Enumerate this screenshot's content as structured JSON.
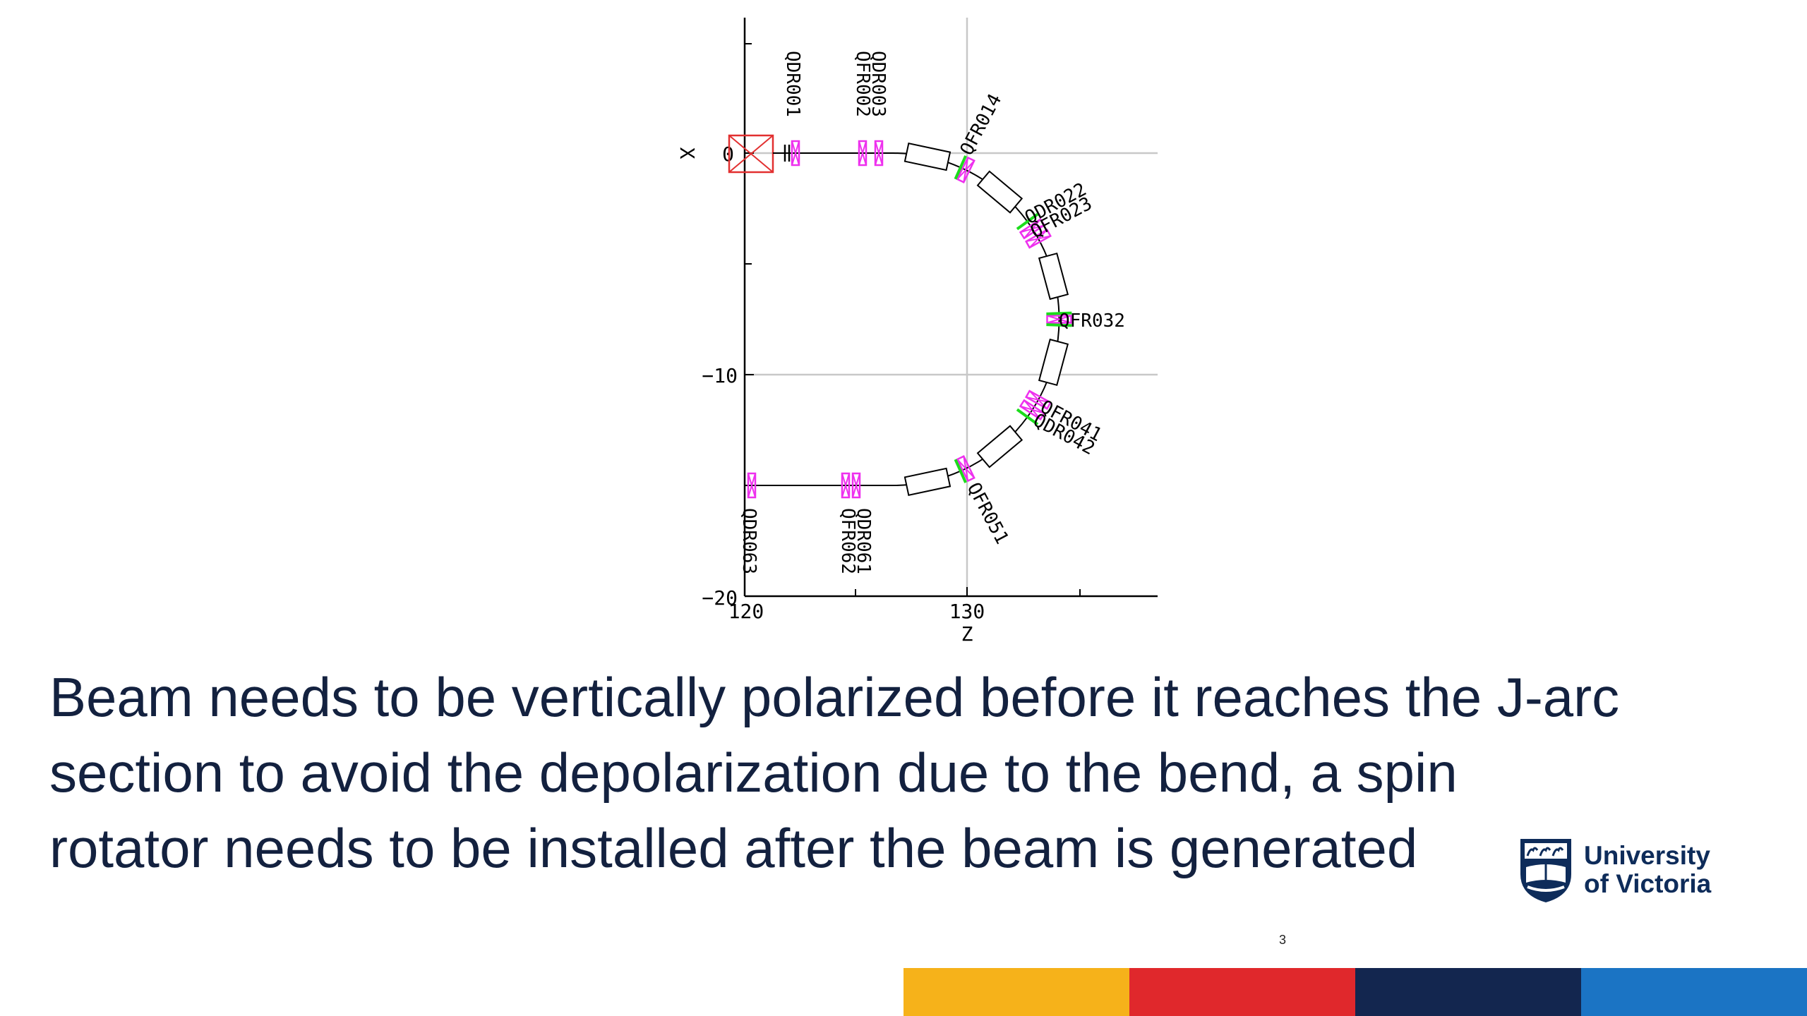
{
  "slide": {
    "page_number": "3",
    "body_lines": [
      "Beam needs to be vertically polarized before it reaches the J-arc",
      "section to avoid the depolarization due to the bend, a spin",
      "rotator needs to be installed after the beam is generated"
    ]
  },
  "logo": {
    "line1": "University",
    "line2": "of Victoria"
  },
  "footer_colors": [
    "#f6b21a",
    "#e0282c",
    "#13264f",
    "#1b74c4"
  ],
  "diagram": {
    "x_axis_label": "Z",
    "y_axis_label": "X",
    "x_ticks": [
      "120",
      "130"
    ],
    "y_ticks": [
      "0",
      "−10",
      "−20"
    ],
    "element_labels": [
      "QDR001",
      "QDR003",
      "QFR002",
      "QFR014",
      "QDR022",
      "QFR023",
      "QFR032",
      "QFR041",
      "QDR042",
      "QFR051",
      "QDR061",
      "QFR062",
      "QDR063"
    ],
    "colors": {
      "quad": "#ee30ee",
      "corrector": "#1cdc1c",
      "source": "#e23030",
      "grid": "#c8c8c8",
      "frame": "#000000"
    }
  }
}
